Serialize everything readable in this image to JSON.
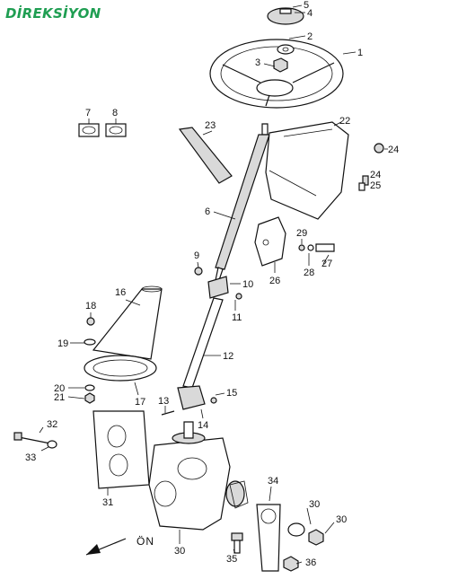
{
  "title": "DİREKSİYON",
  "front_label": "ÖN",
  "callouts": [
    {
      "id": "1",
      "label": "1"
    },
    {
      "id": "2",
      "label": "2"
    },
    {
      "id": "3",
      "label": "3"
    },
    {
      "id": "4",
      "label": "4"
    },
    {
      "id": "5",
      "label": "5"
    },
    {
      "id": "6",
      "label": "6"
    },
    {
      "id": "7",
      "label": "7"
    },
    {
      "id": "8",
      "label": "8"
    },
    {
      "id": "9",
      "label": "9"
    },
    {
      "id": "10",
      "label": "10"
    },
    {
      "id": "11",
      "label": "11"
    },
    {
      "id": "12",
      "label": "12"
    },
    {
      "id": "13",
      "label": "13"
    },
    {
      "id": "14",
      "label": "14"
    },
    {
      "id": "15",
      "label": "15"
    },
    {
      "id": "16",
      "label": "16"
    },
    {
      "id": "17",
      "label": "17"
    },
    {
      "id": "18",
      "label": "18"
    },
    {
      "id": "19",
      "label": "19"
    },
    {
      "id": "20",
      "label": "20"
    },
    {
      "id": "21",
      "label": "21"
    },
    {
      "id": "22",
      "label": "22"
    },
    {
      "id": "23",
      "label": "23"
    },
    {
      "id": "24a",
      "label": "24"
    },
    {
      "id": "24b",
      "label": "24"
    },
    {
      "id": "25",
      "label": "25"
    },
    {
      "id": "26",
      "label": "26"
    },
    {
      "id": "27",
      "label": "27"
    },
    {
      "id": "28",
      "label": "28"
    },
    {
      "id": "29",
      "label": "29"
    },
    {
      "id": "30a",
      "label": "30"
    },
    {
      "id": "30b",
      "label": "30"
    },
    {
      "id": "30c",
      "label": "30"
    },
    {
      "id": "31",
      "label": "31"
    },
    {
      "id": "32",
      "label": "32"
    },
    {
      "id": "33",
      "label": "33"
    },
    {
      "id": "34",
      "label": "34"
    },
    {
      "id": "35",
      "label": "35"
    },
    {
      "id": "36",
      "label": "36"
    }
  ]
}
